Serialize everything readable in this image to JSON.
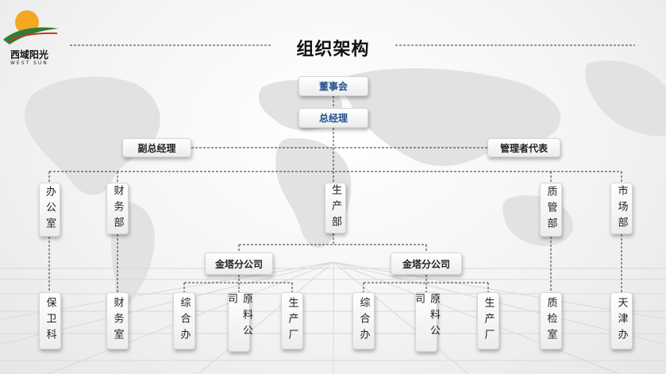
{
  "header": {
    "title": "组织架构",
    "logo_cn": "西域阳光",
    "logo_en": "WEST SUN"
  },
  "nodes": {
    "board": "董事会",
    "gm": "总经理",
    "deputy_gm": "副总经理",
    "mgmt_rep": "管理者代表",
    "office": "办公室",
    "finance": "财务部",
    "production": "生产部",
    "quality": "质管部",
    "market": "市场部",
    "branch_left": "金塔分公司",
    "branch_right": "金塔分公司",
    "security": "保卫科",
    "finance_room": "财务室",
    "left_general": "综合办",
    "left_material": "原料公司",
    "left_factory": "生产厂",
    "right_general": "综合办",
    "right_material": "原料公司",
    "right_factory": "生产厂",
    "inspection": "质检室",
    "tianjin": "天津办"
  },
  "colors": {
    "accent_text": "#1f4e8c",
    "logo_sun": "#f5a623",
    "logo_green": "#2e7d32"
  }
}
